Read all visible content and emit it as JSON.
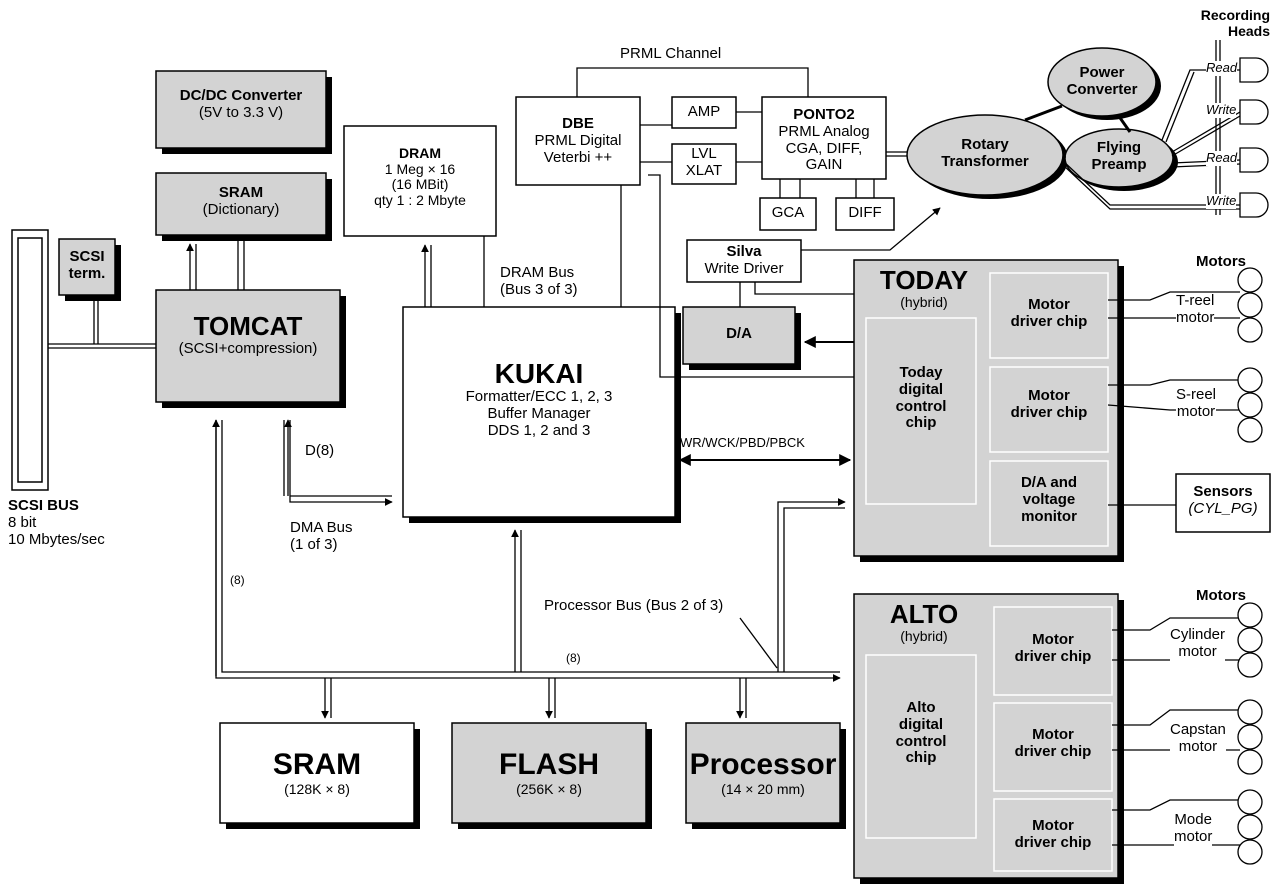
{
  "colors": {
    "box_fill": "#d3d3d3",
    "white_fill": "#ffffff",
    "line": "#000000",
    "shadow": "#000000"
  },
  "blocks": {
    "dcdc": {
      "title": "DC/DC Converter",
      "sub": "(5V to 3.3 V)"
    },
    "sram_dict": {
      "title": "SRAM",
      "sub": "(Dictionary)"
    },
    "scsi_term": {
      "line1": "SCSI",
      "line2": "term."
    },
    "dram": {
      "title": "DRAM",
      "l1": "1 Meg × 16",
      "l2": "(16 MBit)",
      "l3": "qty 1 : 2 Mbyte"
    },
    "dbe": {
      "title": "DBE",
      "l1": "PRML Digital",
      "l2": "Veterbi ++"
    },
    "amp": {
      "label": "AMP"
    },
    "lvl": {
      "l1": "LVL",
      "l2": "XLAT"
    },
    "ponto": {
      "title": "PONTO2",
      "l1": "PRML Analog",
      "l2": "CGA, DIFF,",
      "l3": "GAIN"
    },
    "gca": {
      "label": "GCA"
    },
    "diff": {
      "label": "DIFF"
    },
    "rotary": {
      "l1": "Rotary",
      "l2": "Transformer"
    },
    "power": {
      "l1": "Power",
      "l2": "Converter"
    },
    "flying": {
      "l1": "Flying",
      "l2": "Preamp"
    },
    "silva": {
      "title": "Silva",
      "sub": "Write Driver"
    },
    "da": {
      "label": "D/A"
    },
    "tomcat": {
      "title": "TOMCAT",
      "sub": "(SCSI+compression)"
    },
    "kukai": {
      "title": "KUKAI",
      "l1": "Formatter/ECC 1, 2, 3",
      "l2": "Buffer Manager",
      "l3": "DDS 1, 2 and 3"
    },
    "today": {
      "title": "TODAY",
      "sub": "(hybrid)",
      "chip_l1": "Today",
      "chip_l2": "digital",
      "chip_l3": "control",
      "chip_l4": "chip",
      "m1_l1": "Motor",
      "m1_l2": "driver chip",
      "m2_l1": "Motor",
      "m2_l2": "driver chip",
      "da_l1": "D/A and",
      "da_l2": "voltage",
      "da_l3": "monitor"
    },
    "alto": {
      "title": "ALTO",
      "sub": "(hybrid)",
      "chip_l1": "Alto",
      "chip_l2": "digital",
      "chip_l3": "control",
      "chip_l4": "chip",
      "m1_l1": "Motor",
      "m1_l2": "driver chip",
      "m2_l1": "Motor",
      "m2_l2": "driver chip",
      "m3_l1": "Motor",
      "m3_l2": "driver chip"
    },
    "sram": {
      "title": "SRAM",
      "sub": "(128K × 8)"
    },
    "flash": {
      "title": "FLASH",
      "sub": "(256K × 8)"
    },
    "processor": {
      "title": "Processor",
      "sub": "(14 × 20 mm)"
    },
    "sensors": {
      "title": "Sensors",
      "sub": "(CYL_PG)"
    }
  },
  "labels": {
    "prml_channel": "PRML Channel",
    "recording_heads_l1": "Recording",
    "recording_heads_l2": "Heads",
    "read1": "Read",
    "write1": "Write",
    "read2": "Read",
    "write2": "Write",
    "dram_bus_l1": "DRAM Bus",
    "dram_bus_l2": "(Bus 3 of 3)",
    "d8": "D(8)",
    "dma_bus_l1": "DMA Bus",
    "dma_bus_l2": "(1 of 3)",
    "paren8_left": "(8)",
    "paren8_mid": "(8)",
    "processor_bus": "Processor Bus (Bus 2 of 3)",
    "wr_bus": "WR/WCK/PBD/PBCK",
    "scsi_bus_title": "SCSI BUS",
    "scsi_bus_l1": "8 bit",
    "scsi_bus_l2": "10 Mbytes/sec",
    "motors_top": "Motors",
    "motors_bottom": "Motors",
    "treel_l1": "T-reel",
    "treel_l2": "motor",
    "sreel_l1": "S-reel",
    "sreel_l2": "motor",
    "cyl_l1": "Cylinder",
    "cyl_l2": "motor",
    "cap_l1": "Capstan",
    "cap_l2": "motor",
    "mode_l1": "Mode",
    "mode_l2": "motor"
  }
}
